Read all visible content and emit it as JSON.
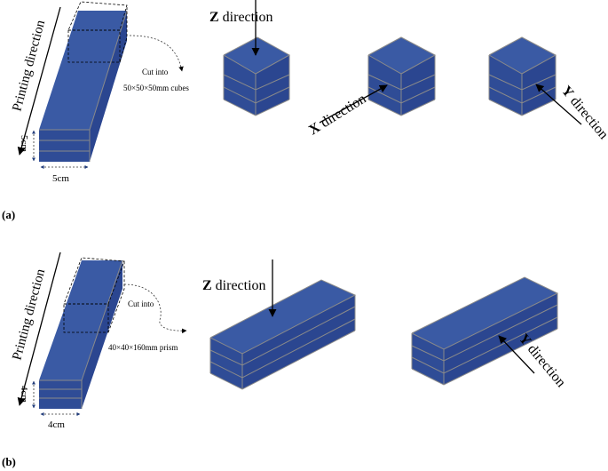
{
  "panel_a": {
    "label": "(a)",
    "printing_direction": "Printing direction",
    "height_dim": "5cm",
    "width_dim": "5cm",
    "cut_note_line1": "Cut into",
    "cut_note_line2": "50×50×50mm cubes",
    "z_dir_letter": "Z",
    "z_dir_word": " direction",
    "x_dir_letter": "X",
    "x_dir_word": " direction",
    "y_dir_letter": "Y",
    "y_dir_word": " direction"
  },
  "panel_b": {
    "label": "(b)",
    "printing_direction": "Printing direction",
    "height_dim": "4cm",
    "width_dim": "4cm",
    "cut_note_line1": "Cut into",
    "cut_note_line2": "40×40×160mm prism",
    "z_dir_letter": "Z",
    "z_dir_word": " direction",
    "y_dir_letter": "Y",
    "y_dir_word": " direction"
  },
  "colors": {
    "block_blue": "#2f4c96",
    "edge_gray": "#8a8a8a"
  }
}
